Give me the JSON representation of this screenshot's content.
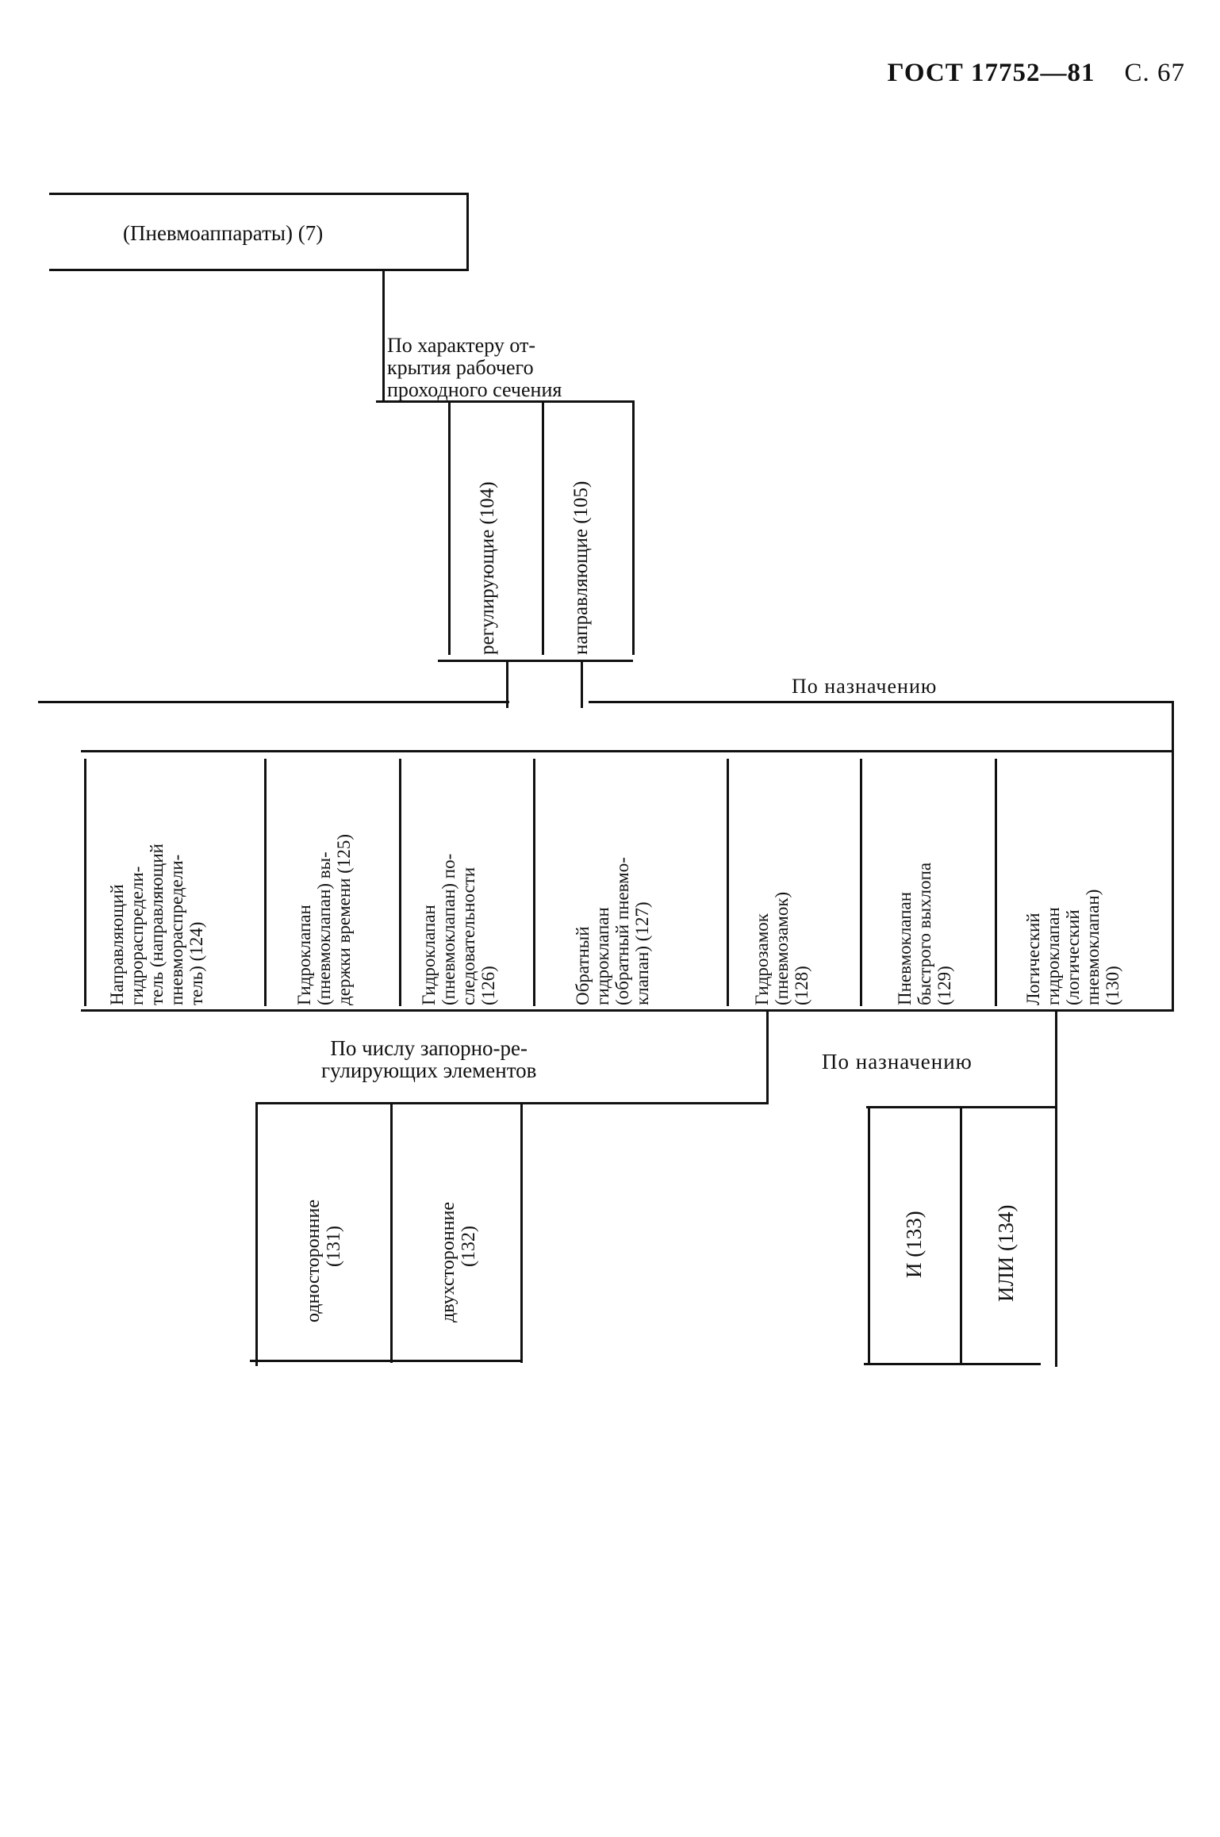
{
  "header": {
    "gost": "ГОСТ 17752—81",
    "page": "С. 67"
  },
  "root": {
    "label": "(Пневмоаппараты)  (7)"
  },
  "level1": {
    "criterion": [
      "По характеру от-",
      "крытия рабочего",
      "проходного сечения"
    ],
    "items": [
      {
        "lines": [
          "регулирующие (104)"
        ]
      },
      {
        "lines": [
          "направляющие (105)"
        ]
      }
    ]
  },
  "level2": {
    "criterion": "По назначению",
    "items": [
      {
        "lines": [
          "Направляющий",
          "гидрораспредели-",
          "тель (направляющий",
          "пневмораспредели-",
          "тель)             (124)"
        ]
      },
      {
        "lines": [
          "Гидроклапан",
          "(пневмоклапан) вы-",
          "держки времени (125)"
        ]
      },
      {
        "lines": [
          "Гидроклапан",
          "(пневмоклапан)  по-",
          "следовательности",
          "(126)"
        ]
      },
      {
        "lines": [
          "Обратный",
          "гидроклапан",
          "(обратный пневмо-",
          "клапан)         (127)"
        ]
      },
      {
        "lines": [
          "Гидрозамок",
          "(пневмозамок)",
          "(128)"
        ]
      },
      {
        "lines": [
          "Пневмоклапан",
          "быстрого выхлопа",
          "(129)"
        ]
      },
      {
        "lines": [
          "Логический",
          "гидроклапан",
          "(логический",
          "пневмоклапан)",
          "(130)"
        ]
      }
    ]
  },
  "level3a": {
    "criterion": [
      "По числу запорно-ре-",
      "гулирующих  элементов"
    ],
    "items": [
      {
        "lines": [
          "односторонние",
          "(131)"
        ]
      },
      {
        "lines": [
          "двухсторонние",
          "(132)"
        ]
      }
    ]
  },
  "level3b": {
    "criterion": "По назначению",
    "items": [
      {
        "lines": [
          "И  (133)"
        ]
      },
      {
        "lines": [
          "ИЛИ  (134)"
        ]
      }
    ]
  }
}
